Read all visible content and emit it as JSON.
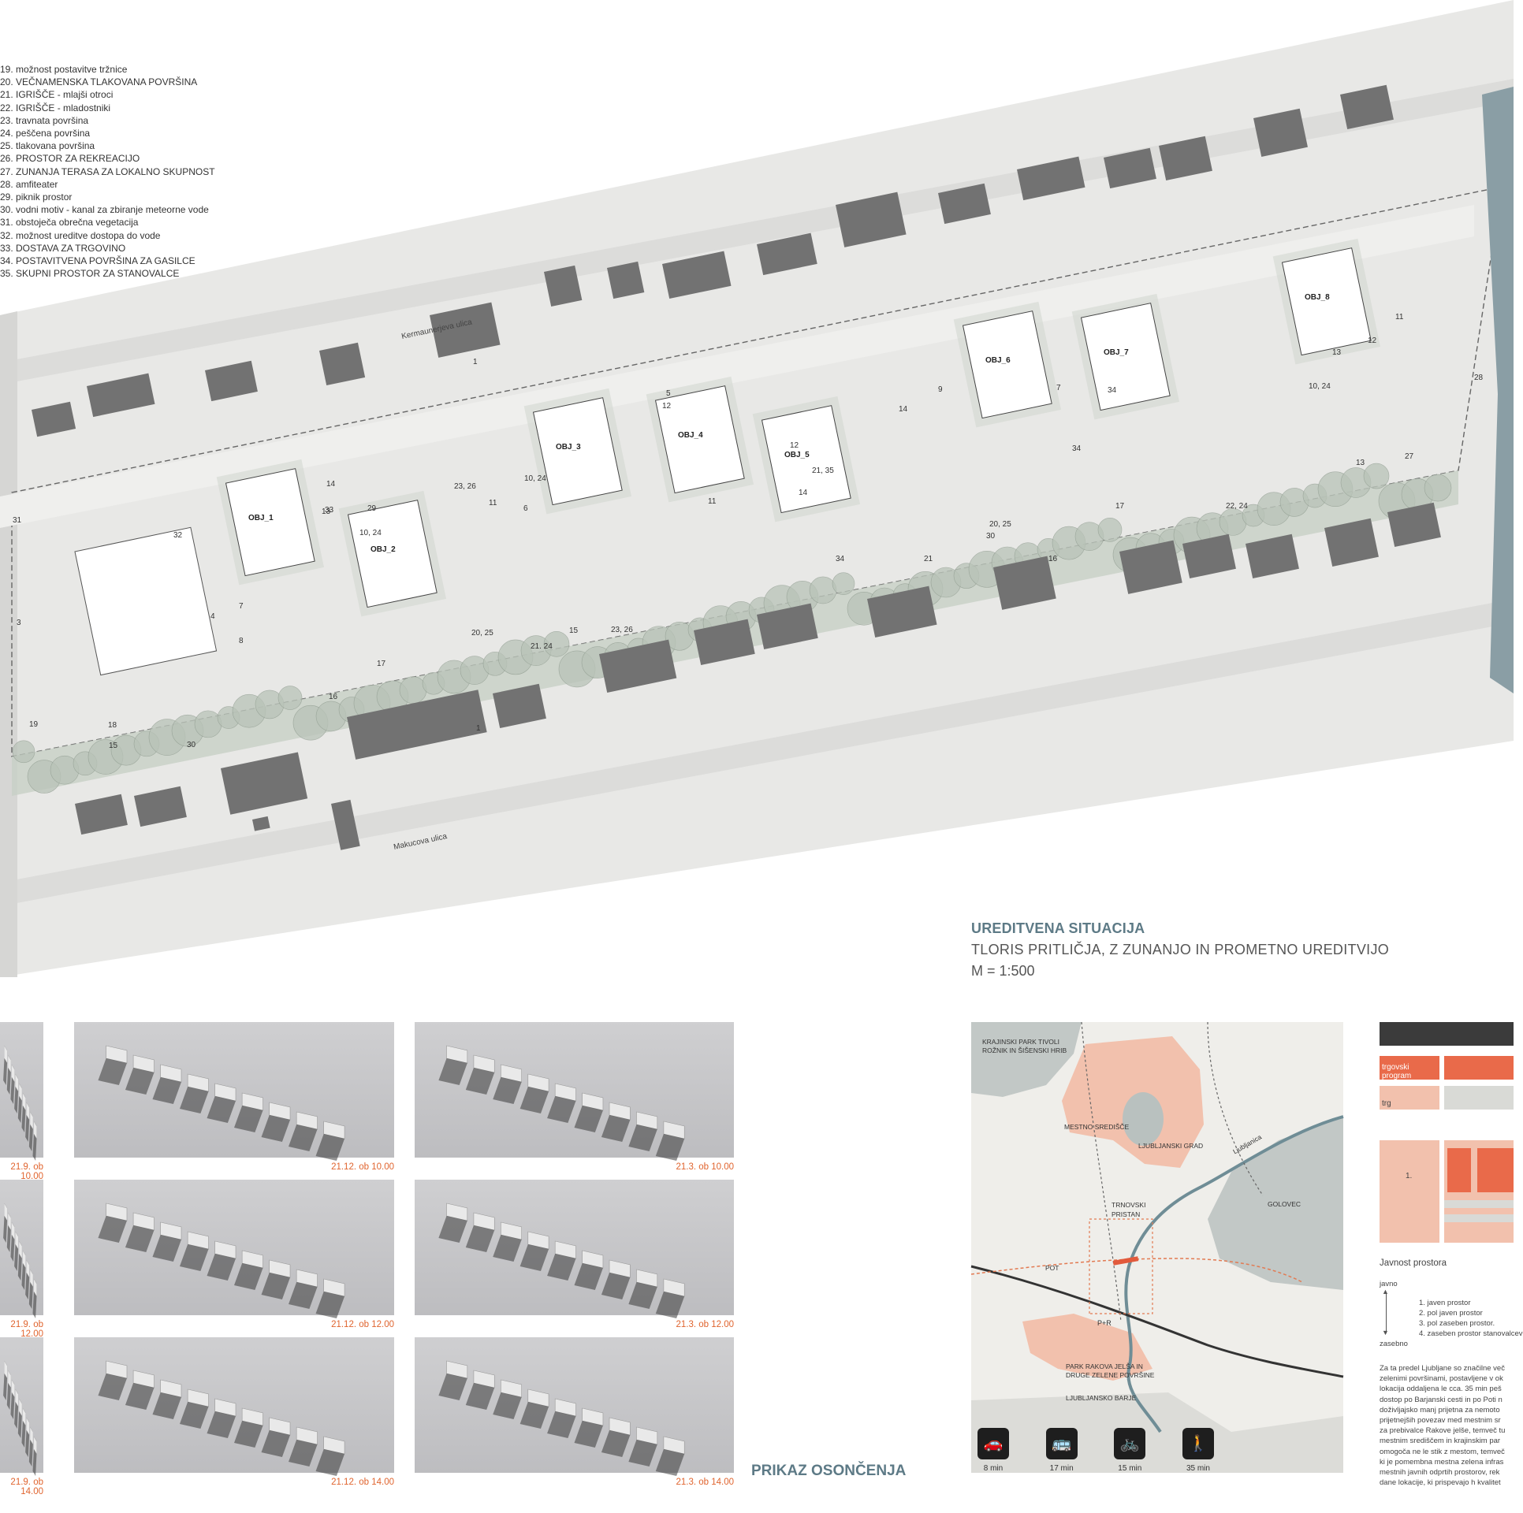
{
  "legend_items": [
    "19. možnost postavitve tržnice",
    "20. VEČNAMENSKA TLAKOVANA POVRŠINA",
    "21. IGRIŠČE - mlajši otroci",
    "22. IGRIŠČE - mladostniki",
    "23. travnata površina",
    "24. peščena površina",
    "25. tlakovana površina",
    "26. PROSTOR ZA REKREACIJO",
    "27. ZUNANJA TERASA ZA LOKALNO SKUPNOST",
    "28. amfiteater",
    "29. piknik prostor",
    "30. vodni motiv - kanal za zbiranje meteorne vode",
    "31. obstoječa obrečna vegetacija",
    "32. možnost ureditve dostopa do vode",
    "33. DOSTAVA ZA TRGOVINO",
    "34. POSTAVITVENA POVRŠINA ZA GASILCE",
    "35. SKUPNI PROSTOR ZA STANOVALCE"
  ],
  "streets": {
    "north": "Kermaunerjeva ulica",
    "south": "Makucova ulica"
  },
  "buildings": [
    "OBJ_1",
    "OBJ_2",
    "OBJ_3",
    "OBJ_4",
    "OBJ_5",
    "OBJ_6",
    "OBJ_7",
    "OBJ_8"
  ],
  "plan_labels": [
    "1",
    "5",
    "9",
    "7",
    "34",
    "11",
    "10, 24",
    "12",
    "13",
    "28",
    "27",
    "31",
    "32",
    "23, 26",
    "29",
    "6",
    "33",
    "11",
    "12",
    "10, 24",
    "13",
    "34",
    "14",
    "21, 35",
    "14",
    "12",
    "11",
    "10, 24",
    "3",
    "4",
    "7",
    "8",
    "14",
    "13",
    "17",
    "20, 25",
    "30",
    "16",
    "21",
    "34",
    "22, 24",
    "15",
    "23, 26",
    "20, 25",
    "21. 24",
    "17",
    "16",
    "19",
    "18",
    "15",
    "30",
    "1"
  ],
  "title": {
    "main": "UREDITVENA SITUACIJA",
    "sub": "TLORIS PRITLIČJA, Z ZUNANJO IN PROMETNO UREDITVIJO",
    "scale": "M = 1:500"
  },
  "sun_studies": {
    "title": "PRIKAZ OSONČENJA",
    "captions": [
      "21.9. ob 10.00",
      "21.12. ob 10.00",
      "21.3. ob 10.00",
      "21.9. ob 12.00",
      "21.12. ob 12.00",
      "21.3. ob 12.00",
      "21.9. ob 14.00",
      "21.12. ob 14.00",
      "21.3. ob 14.00"
    ]
  },
  "map": {
    "labels": {
      "park": "KRAJINSKI PARK TIVOLI ROŽNIK IN ŠIŠENSKI HRIB",
      "center": "MESTNO SREDIŠČE",
      "castle": "LJUBLJANSKI GRAD",
      "river": "Ljubljanica",
      "trnovski": "TRNOVSKI PRISTAN",
      "golovec": "GOLOVEC",
      "pot": "POT",
      "pr": "P+R",
      "rakova": "PARK RAKOVA JELŠA IN DRUGE ZELENE POVRŠINE",
      "barje": "LJUBLJANSKO BARJE"
    },
    "modes": [
      {
        "icon": "car-icon",
        "glyph": "🚗",
        "time": "8 min"
      },
      {
        "icon": "bus-icon",
        "glyph": "🚌",
        "time": "17 min"
      },
      {
        "icon": "bike-icon",
        "glyph": "🚲",
        "time": "15 min"
      },
      {
        "icon": "walk-icon",
        "glyph": "🚶",
        "time": "35 min"
      }
    ]
  },
  "right_legend": {
    "trgovski": "trgovski program",
    "trg": "trg",
    "box1": "1.",
    "javnost_title": "Javnost prostora",
    "javno": "javno",
    "zasebno": "zasebno",
    "levels": [
      "1. javen prostor",
      "2. pol javen prostor",
      "3. pol zaseben prostor.",
      "4. zaseben prostor stanovalcev"
    ],
    "paragraph": [
      "Za ta predel Ljubljane so značilne več",
      "zelenimi površinami, postavljene v ok",
      "lokacija oddaljena le cca. 35 min peš",
      "dostop po Barjanski cesti in po Poti n",
      "doživljajsko manj prijetna za nemoto",
      "prijetnejših povezav med mestnim sr",
      "za prebivalce Rakove jelše, temveč tu",
      "mestnim središčem in krajinskim par",
      "omogoča ne le stik z mestom, temveč",
      "ki je pomembna mestna zelena infras",
      "mestnih javnih odprtih prostorov, rek",
      "dane lokacije, ki prispevajo h kvalitet"
    ]
  },
  "colors": {
    "accent": "#e96a4a",
    "title": "#5d7a86",
    "caption": "#e0642e",
    "pale": "#f2c1ad"
  }
}
